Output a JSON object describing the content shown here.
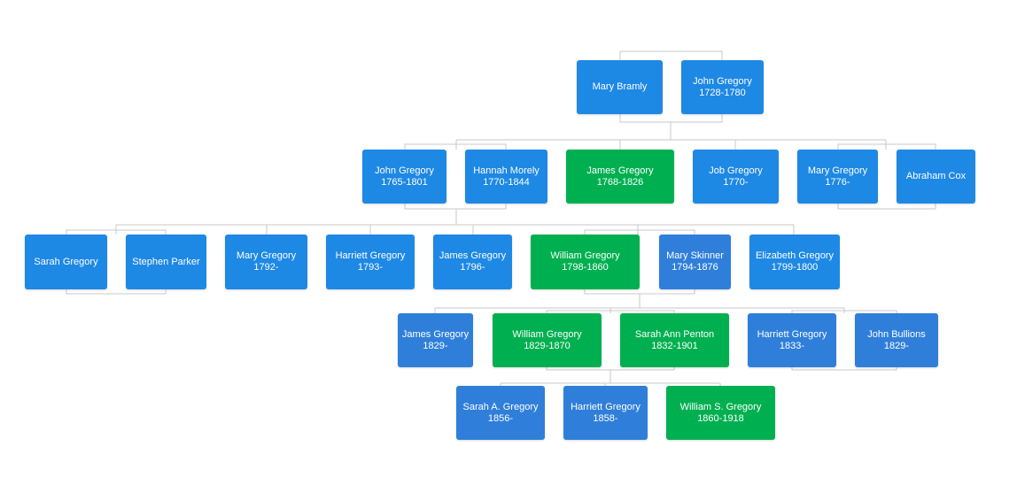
{
  "colors": {
    "primary": "#1e88e5",
    "secondary": "#2f7fda",
    "highlight": "#00b050",
    "connector": "#c8c8c8"
  },
  "people": {
    "mary_bramly": {
      "name": "Mary Bramly",
      "dates": ""
    },
    "john_gregory_1728": {
      "name": "John Gregory",
      "dates": "1728-1780"
    },
    "john_gregory_1765": {
      "name": "John Gregory",
      "dates": "1765-1801"
    },
    "hannah_morely": {
      "name": "Hannah Morely",
      "dates": "1770-1844"
    },
    "james_gregory_1768": {
      "name": "James Gregory",
      "dates": "1768-1826"
    },
    "job_gregory": {
      "name": "Job Gregory",
      "dates": "1770-"
    },
    "mary_gregory_1776": {
      "name": "Mary Gregory",
      "dates": "1776-"
    },
    "abraham_cox": {
      "name": "Abraham Cox",
      "dates": ""
    },
    "sarah_gregory": {
      "name": "Sarah Gregory",
      "dates": ""
    },
    "stephen_parker": {
      "name": "Stephen Parker",
      "dates": ""
    },
    "mary_gregory_1792": {
      "name": "Mary Gregory",
      "dates": "1792-"
    },
    "harriett_gregory_1793": {
      "name": "Harriett Gregory",
      "dates": "1793-"
    },
    "james_gregory_1796": {
      "name": "James Gregory",
      "dates": "1796-"
    },
    "william_gregory_1798": {
      "name": "William Gregory",
      "dates": "1798-1860"
    },
    "mary_skinner": {
      "name": "Mary Skinner",
      "dates": "1794-1876"
    },
    "elizabeth_gregory": {
      "name": "Elizabeth Gregory",
      "dates": "1799-1800"
    },
    "james_gregory_1829": {
      "name": "James Gregory",
      "dates": "1829-"
    },
    "william_gregory_1829": {
      "name": "William Gregory",
      "dates": "1829-1870"
    },
    "sarah_ann_penton": {
      "name": "Sarah Ann Penton",
      "dates": "1832-1901"
    },
    "harriett_gregory_1833": {
      "name": "Harriett Gregory",
      "dates": "1833-"
    },
    "john_bullions": {
      "name": "John Bullions",
      "dates": "1829-"
    },
    "sarah_a_gregory": {
      "name": "Sarah A. Gregory",
      "dates": "1856-"
    },
    "harriett_gregory_1858": {
      "name": "Harriett Gregory",
      "dates": "1858-"
    },
    "william_s_gregory": {
      "name": "William S. Gregory",
      "dates": "1860-1918"
    }
  }
}
